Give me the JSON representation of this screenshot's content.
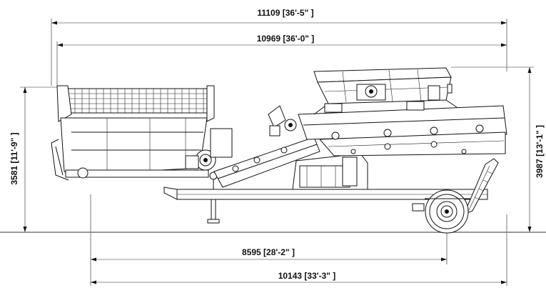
{
  "dimensions": {
    "overall_length": "11109  [36'-5\" ]",
    "machine_length": "10969  [36'-0\" ]",
    "axle_to_hitch": "8595  [28'-2\" ]",
    "ground_length": "10143  [33'-3\" ]",
    "hopper_height": "3581  [11'-9\" ]",
    "screen_height": "3987  [13'-1\" ]"
  },
  "colors": {
    "line": "#111111",
    "ground": "#777777",
    "background": "#ffffff"
  }
}
